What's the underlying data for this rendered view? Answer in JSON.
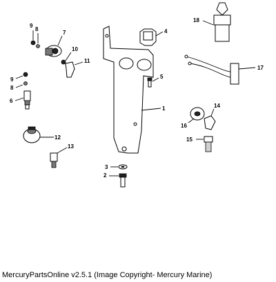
{
  "caption": "MercuryPartsOnline v2.5.1 (Image Copyright- Mercury Marine)",
  "callouts": {
    "c1": "1",
    "c2": "2",
    "c3": "3",
    "c4": "4",
    "c5": "5",
    "c6": "6",
    "c7": "7",
    "c8a": "8",
    "c8b": "8",
    "c9a": "9",
    "c9b": "9",
    "c10": "10",
    "c11": "11",
    "c12": "12",
    "c13": "13",
    "c14": "14",
    "c15": "15",
    "c16": "16",
    "c17": "17",
    "c18": "18"
  }
}
